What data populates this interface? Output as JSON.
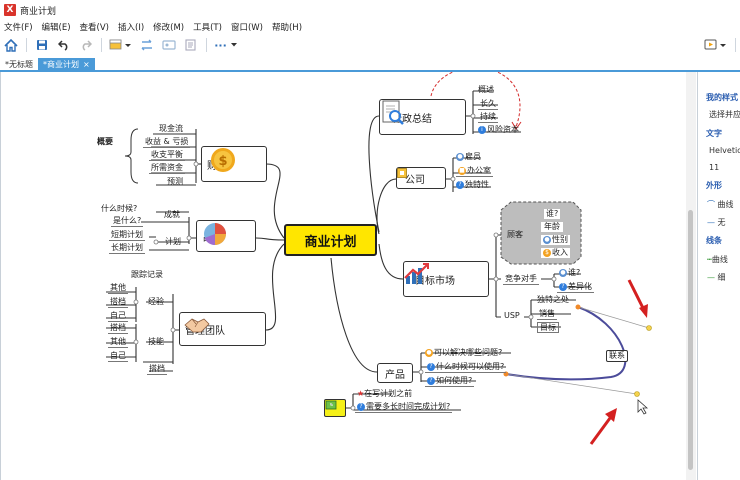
{
  "window": {
    "title": "商业计划",
    "logo": "X"
  },
  "menu": [
    "文件(F)",
    "编辑(E)",
    "查看(V)",
    "插入(I)",
    "修改(M)",
    "工具(T)",
    "窗口(W)",
    "帮助(H)"
  ],
  "toolbar": {
    "icons": [
      "home-icon",
      "save-icon",
      "undo-icon",
      "redo-icon",
      "topic-style-icon",
      "relationship-icon",
      "image-icon",
      "outline-icon",
      "more-icon"
    ],
    "more_label": "···"
  },
  "tabs": [
    {
      "label": "*无标题",
      "active": false
    },
    {
      "label": "*商业计划",
      "active": true,
      "close": "×"
    }
  ],
  "sidepanel": {
    "sections": [
      {
        "heading": "我的样式",
        "items": [
          "选择并应"
        ]
      },
      {
        "heading": "文字",
        "items": [
          "Helvetic",
          "11"
        ]
      },
      {
        "heading": "外形",
        "items": [
          "曲线",
          "无"
        ]
      },
      {
        "heading": "线条",
        "items": [
          "曲线",
          "细"
        ]
      }
    ]
  },
  "mindmap": {
    "central": "商业计划",
    "finance": {
      "title": "财务",
      "summary": "概要",
      "items": [
        "现金流",
        "收益 & 亏损",
        "收支平衡",
        "所需资金",
        "预测"
      ],
      "icon": "coin-icon"
    },
    "strategy": {
      "title": "战略",
      "groups": [
        {
          "label": "成就",
          "items": [
            "什么时候?",
            "是什么?"
          ]
        },
        {
          "label": "计划",
          "items": [
            "短期计划",
            "长期计划"
          ]
        }
      ]
    },
    "team": {
      "title": "管理团队",
      "tracking": "跟踪记录",
      "experience_label": "经验",
      "experience_items": [
        "其他",
        "搭档",
        "自己"
      ],
      "skills_label": "技能",
      "skills_items": [
        "搭档",
        "其他",
        "自己"
      ],
      "partner": "搭档"
    },
    "admin": {
      "title": "行政总结",
      "items": [
        "概述",
        "长久",
        "持续",
        "风险资本"
      ]
    },
    "company": {
      "title": "公司",
      "items": [
        "雇员",
        "办公室",
        "独特性"
      ]
    },
    "market": {
      "title": "目标市场",
      "customers_label": "顾客",
      "customer_items": [
        "谁?",
        "年龄",
        "性别",
        "收入"
      ],
      "competitors_label": "竞争对手",
      "competitor_items": [
        "谁?",
        "差异化"
      ],
      "usp_label": "USP",
      "usp_items": [
        "独特之处",
        "销售",
        "目标"
      ]
    },
    "product": {
      "title": "产品",
      "items": [
        "可以解决哪些问题?",
        "什么时候可以使用?",
        "如何使用?"
      ]
    },
    "floating": {
      "items": [
        "在写计划之前",
        "需要多长时间完成计划?"
      ]
    },
    "relationship_label": "联系"
  }
}
